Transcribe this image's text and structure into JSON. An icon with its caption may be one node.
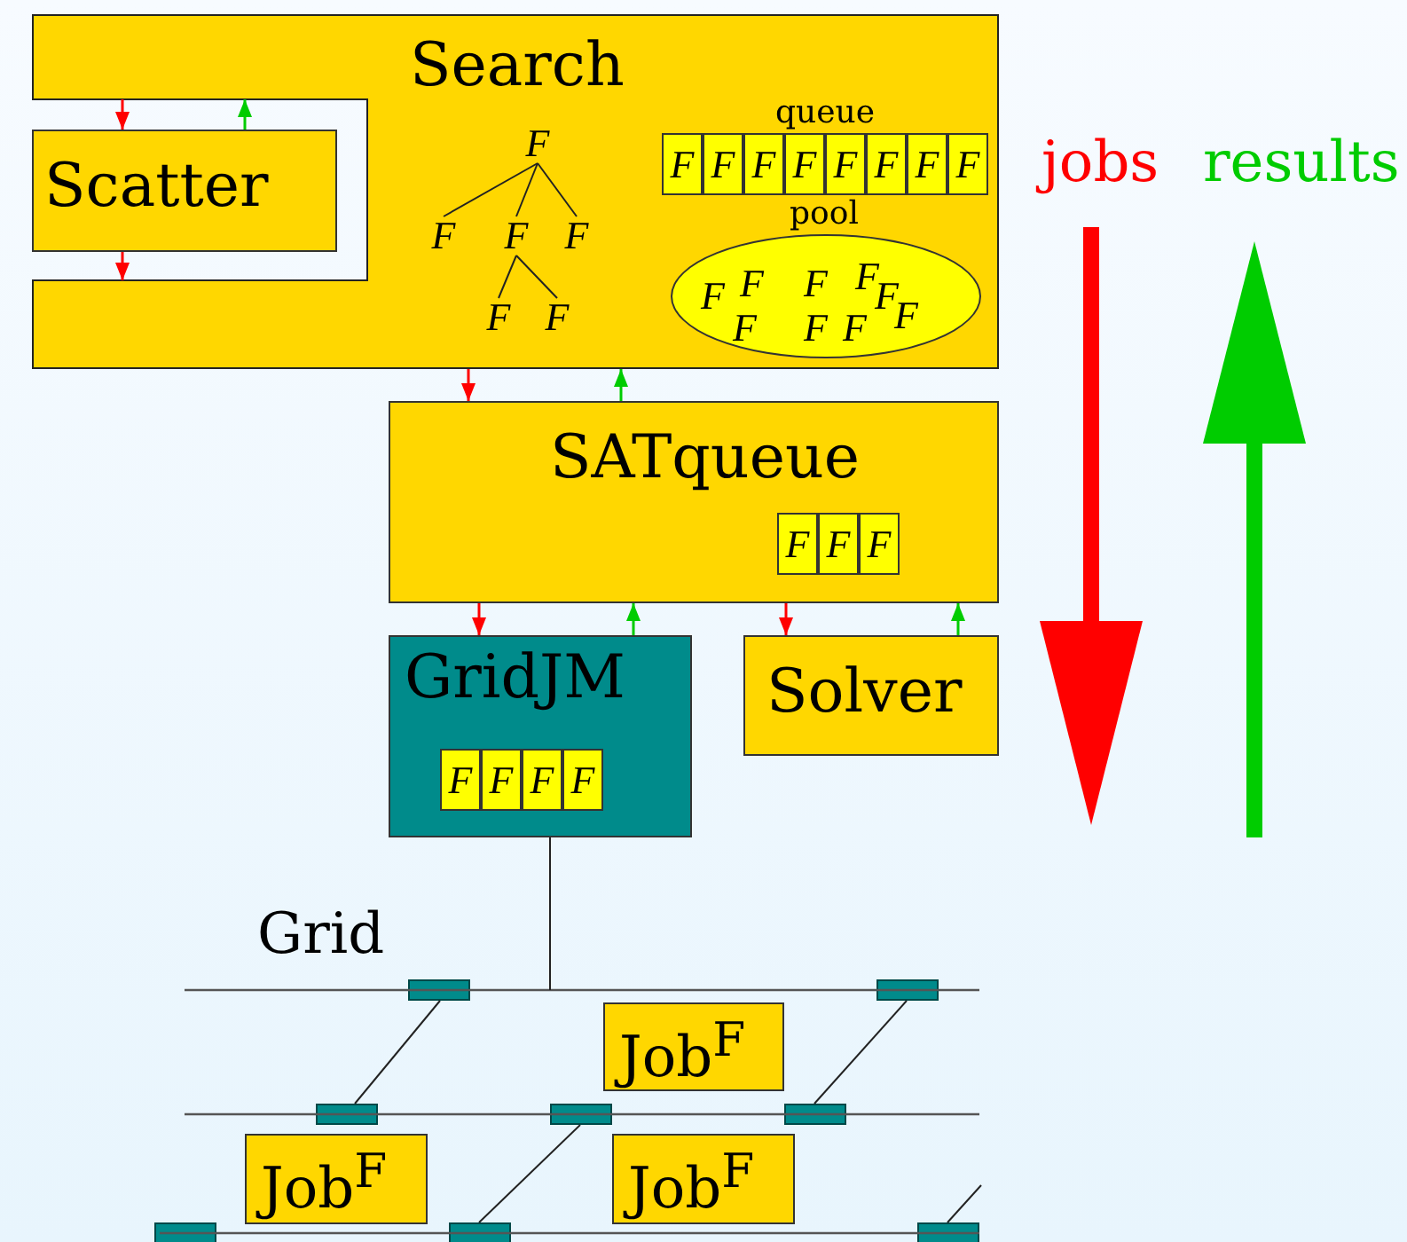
{
  "diagram": {
    "nodes": [
      {
        "text": [
          "Search"
        ]
      },
      {
        "text": [
          "Scatter"
        ]
      },
      {
        "text": [
          "F"
        ],
        "in": 0
      },
      {
        "text": [
          "F"
        ],
        "in": 0
      },
      {
        "text": [
          "F"
        ],
        "in": 0
      },
      {
        "text": [
          "F"
        ],
        "in": 0
      },
      {
        "text": [
          "F"
        ],
        "in": 0
      },
      {
        "text": [
          "F"
        ],
        "in": 0
      },
      {
        "text": [
          "queue"
        ],
        "in": 0
      },
      {
        "text": [
          "F"
        ],
        "in": 8
      },
      {
        "text": [
          "F"
        ],
        "in": 8
      },
      {
        "text": [
          "F"
        ],
        "in": 8
      },
      {
        "text": [
          "F"
        ],
        "in": 8
      },
      {
        "text": [
          "F"
        ],
        "in": 8
      },
      {
        "text": [
          "F"
        ],
        "in": 8
      },
      {
        "text": [
          "F"
        ],
        "in": 8
      },
      {
        "text": [
          "F"
        ],
        "in": 8
      },
      {
        "text": [
          "pool",
          "F",
          "F",
          "F",
          "F",
          "F",
          "F",
          "F",
          "F",
          "F"
        ],
        "in": 0
      },
      {
        "text": [
          "SATqueue"
        ]
      },
      {
        "text": [
          "F"
        ],
        "in": 18
      },
      {
        "text": [
          "F"
        ],
        "in": 18
      },
      {
        "text": [
          "F"
        ],
        "in": 18
      },
      {
        "text": [
          "GridJM"
        ]
      },
      {
        "text": [
          "F"
        ],
        "in": 22
      },
      {
        "text": [
          "F"
        ],
        "in": 22
      },
      {
        "text": [
          "F"
        ],
        "in": 22
      },
      {
        "text": [
          "F"
        ],
        "in": 22
      },
      {
        "text": [
          "Solver"
        ]
      },
      {
        "text": [],
        "shape": "box"
      },
      {
        "text": [],
        "shape": "box"
      },
      {
        "text": [],
        "shape": "box"
      },
      {
        "text": [],
        "shape": "box"
      },
      {
        "text": [],
        "shape": "box"
      },
      {
        "text": [],
        "shape": "box"
      },
      {
        "text": [],
        "shape": "box"
      },
      {
        "text": [],
        "shape": "box"
      },
      {
        "text": [
          "Job$^{F}$"
        ]
      },
      {
        "text": [
          "Job$^{F}$"
        ]
      },
      {
        "text": [
          "Job$^{F}$"
        ]
      }
    ],
    "edges": [
      {
        "from": 0,
        "to": 1,
        "arrow": "to",
        "color": "#ff0000"
      },
      {
        "from": 1,
        "to": 0,
        "arrow": "to",
        "color": "#00cc00"
      },
      {
        "from": 1,
        "to": 0,
        "arrow": "to",
        "color": "#ff0000"
      },
      {
        "from": 0,
        "to": 18,
        "arrow": "to",
        "color": "#ff0000"
      },
      {
        "from": 18,
        "to": 0,
        "arrow": "to",
        "color": "#00cc00"
      },
      {
        "from": 18,
        "to": 22,
        "arrow": "to",
        "color": "#ff0000"
      },
      {
        "from": 22,
        "to": 18,
        "arrow": "to",
        "color": "#00cc00"
      },
      {
        "from": 18,
        "to": 27,
        "arrow": "to",
        "color": "#ff0000"
      },
      {
        "from": 27,
        "to": 18,
        "arrow": "to",
        "color": "#00cc00"
      },
      {
        "from": 2,
        "to": 3,
        "arrow": "none"
      },
      {
        "from": 2,
        "to": 4,
        "arrow": "none"
      },
      {
        "from": 2,
        "to": 5,
        "arrow": "none"
      },
      {
        "from": 4,
        "to": 6,
        "arrow": "none"
      },
      {
        "from": 4,
        "to": 7,
        "arrow": "none"
      },
      {
        "from": 22,
        "to": null,
        "arrow": "none"
      },
      {
        "from": 28,
        "to": 30,
        "arrow": "none"
      },
      {
        "from": 29,
        "to": 32,
        "arrow": "none"
      },
      {
        "from": 31,
        "to": 34,
        "arrow": "none"
      },
      {
        "from": 35,
        "to": null,
        "arrow": "none"
      }
    ],
    "labels": [
      "jobs",
      "results",
      "Grid"
    ]
  }
}
